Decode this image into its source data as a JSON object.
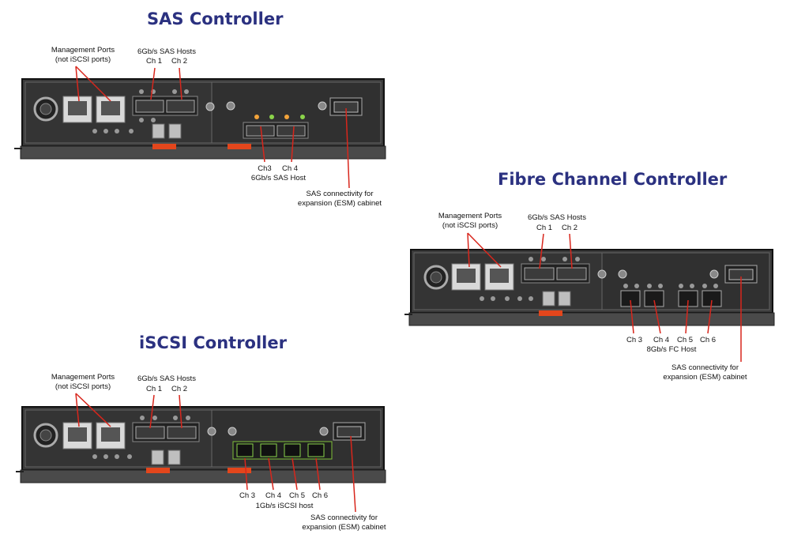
{
  "sas": {
    "title": "SAS Controller",
    "mgmt_label_1": "Management Ports",
    "mgmt_label_2": "(not iSCSI ports)",
    "sas_hosts_label": "6Gb/s SAS Hosts",
    "ch1": "Ch 1",
    "ch2": "Ch 2",
    "ch3": "Ch3",
    "ch4": "Ch 4",
    "host_label": "6Gb/s SAS Host",
    "esm_label_1": "SAS connectivity for",
    "esm_label_2": "expansion (ESM) cabinet"
  },
  "fc": {
    "title": "Fibre Channel Controller",
    "mgmt_label_1": "Management Ports",
    "mgmt_label_2": "(not iSCSI ports)",
    "sas_hosts_label": "6Gb/s SAS Hosts",
    "ch1": "Ch 1",
    "ch2": "Ch 2",
    "ch3": "Ch 3",
    "ch4": "Ch 4",
    "ch5": "Ch 5",
    "ch6": "Ch 6",
    "host_label": "8Gb/s FC Host",
    "esm_label_1": "SAS connectivity for",
    "esm_label_2": "expansion (ESM) cabinet"
  },
  "iscsi": {
    "title": "iSCSI Controller",
    "mgmt_label_1": "Management Ports",
    "mgmt_label_2": "(not iSCSI ports)",
    "sas_hosts_label": "6Gb/s SAS Hosts",
    "ch1": "Ch 1",
    "ch2": "Ch 2",
    "ch3": "Ch 3",
    "ch4": "Ch 4",
    "ch5": "Ch 5",
    "ch6": "Ch 6",
    "host_label": "1Gb/s iSCSI host",
    "esm_label_1": "SAS connectivity for",
    "esm_label_2": "expansion (ESM) cabinet"
  },
  "colors": {
    "title": "#2b3180",
    "leader": "#d8261c",
    "tab": "#e3461c",
    "panel": "#2e2e2e"
  }
}
